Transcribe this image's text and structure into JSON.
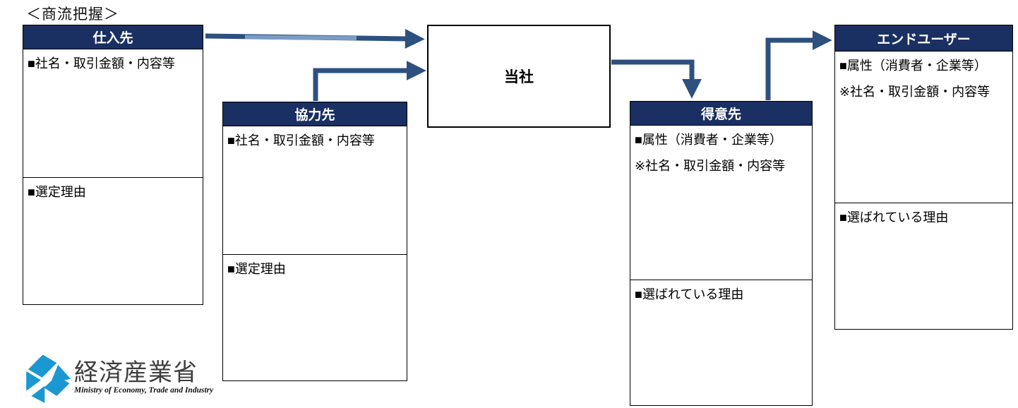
{
  "title": "＜商流把握＞",
  "company": {
    "label": "当社"
  },
  "supplier": {
    "header": "仕入先",
    "line1": "■社名・取引金額・内容等",
    "reason": "■選定理由"
  },
  "partner": {
    "header": "協力先",
    "line1": "■社名・取引金額・内容等",
    "reason": "■選定理由"
  },
  "customer": {
    "header": "得意先",
    "line1": "■属性（消費者・企業等）",
    "line2": "※社名・取引金額・内容等",
    "reason": "■選ばれている理由"
  },
  "enduser": {
    "header": "エンドユーザー",
    "line1": "■属性（消費者・企業等）",
    "line2": "※社名・取引金額・内容等",
    "reason": "■選ばれている理由"
  },
  "flow": {
    "arrows": [
      {
        "from": "仕入先",
        "to": "当社"
      },
      {
        "from": "協力先",
        "to": "当社"
      },
      {
        "from": "当社",
        "to": "得意先"
      },
      {
        "from": "得意先",
        "to": "エンドユーザー"
      }
    ]
  },
  "logo": {
    "icon": "meti-symbol",
    "name_jp": "経済産業省",
    "name_en": "Ministry of Economy, Trade and Industry"
  },
  "colors": {
    "header_bg": "#1a2f62",
    "header_text": "#ffffff",
    "arrow": "#2d507f",
    "arrow_highlight": "#7b9cc4",
    "box_border": "#000000",
    "logo_blue": "#1b98d2",
    "logo_text": "#3d3d3d"
  }
}
